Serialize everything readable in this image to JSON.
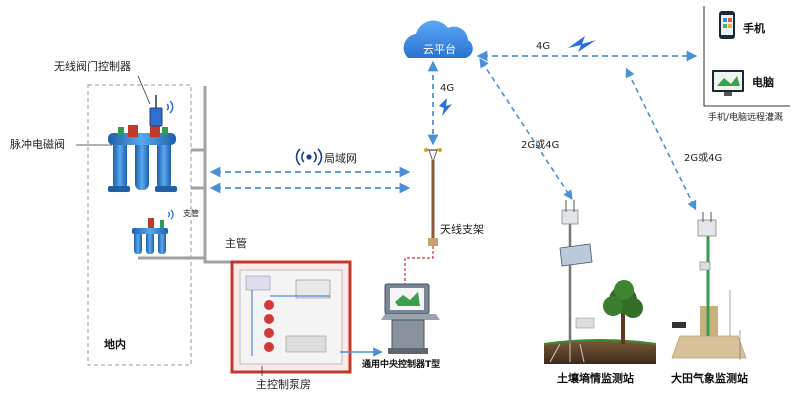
{
  "labels": {
    "cloud": "云平台",
    "g4_top": "4G",
    "g4_mid": "4G",
    "lan": "局域网",
    "antenna_mast": "天线支架",
    "main_pipe": "主管",
    "branch_pipe": "支管",
    "wireless_valve_controller": "无线阀门控制器",
    "pulse_solenoid_valve": "脉冲电磁阀",
    "field_area": "地内",
    "main_pump_room": "主控制泵房",
    "central_controller": "通用中央控制器T型",
    "g2g4_soil": "2G或4G",
    "g2g4_weather": "2G或4G",
    "phone": "手机",
    "computer": "电脑",
    "remote_irrigation": "手机/电脑远程灌溉",
    "soil_station": "土壤墒情监测站",
    "weather_station": "大田气象监测站"
  },
  "colors": {
    "pipe": "#9a9a9a",
    "valve_blue": "#2f86d6",
    "dashed_link": "#4a90d9",
    "cloud": "#3d8fe6",
    "signal": "#2a6fdb",
    "cabinet": "#c0392b",
    "antenna_dashed": "#cc0000"
  },
  "icons": {
    "cloud": "cloud-icon",
    "phone": "smartphone-icon",
    "computer": "monitor-icon",
    "signal": "lightning-signal-icon",
    "wifi": "wireless-signal-icon"
  }
}
